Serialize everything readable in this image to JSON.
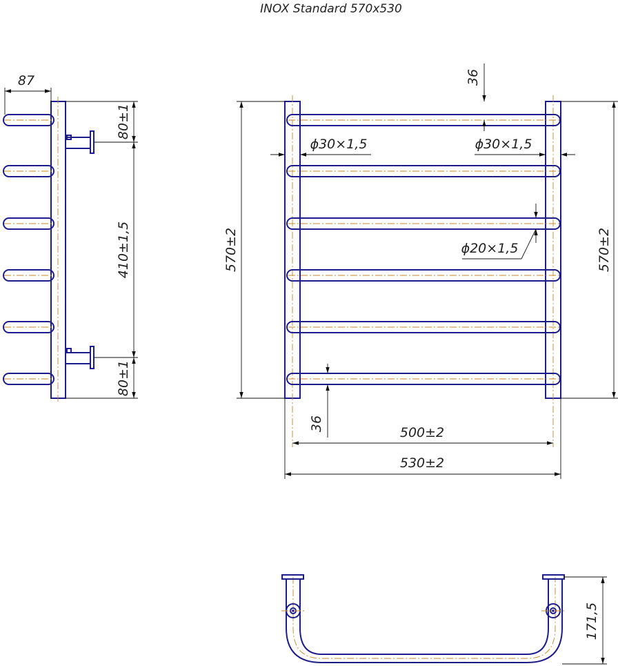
{
  "title": "INOX Standard 570x530",
  "dimensions": {
    "side_depth": "87",
    "side_top_offset": "80±1",
    "side_mount_spacing": "410±1,5",
    "side_bottom_offset": "80±1",
    "front_height_left": "570±2",
    "front_height_right": "570±2",
    "top_gap": "36",
    "bottom_gap": "36",
    "pipe_left": "ϕ30×1,5",
    "pipe_right": "ϕ30×1,5",
    "rung": "ϕ20×1,5",
    "inner_width": "500±2",
    "outer_width": "530±2",
    "plan_depth": "171,5"
  },
  "colors": {
    "outline": "#1c1c8c",
    "axis": "#c8862a",
    "dimension": "#111111"
  }
}
